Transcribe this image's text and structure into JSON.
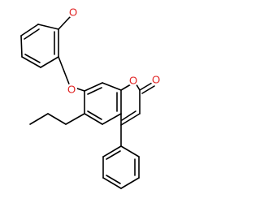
{
  "molecule": {
    "heteroatom_color": "#e01e1e",
    "bond_color": "#000000",
    "atoms": {
      "methoxy_oxygen": "O",
      "ether_oxygen": "O",
      "ring_oxygen": "O",
      "carbonyl_oxygen": "O"
    }
  }
}
